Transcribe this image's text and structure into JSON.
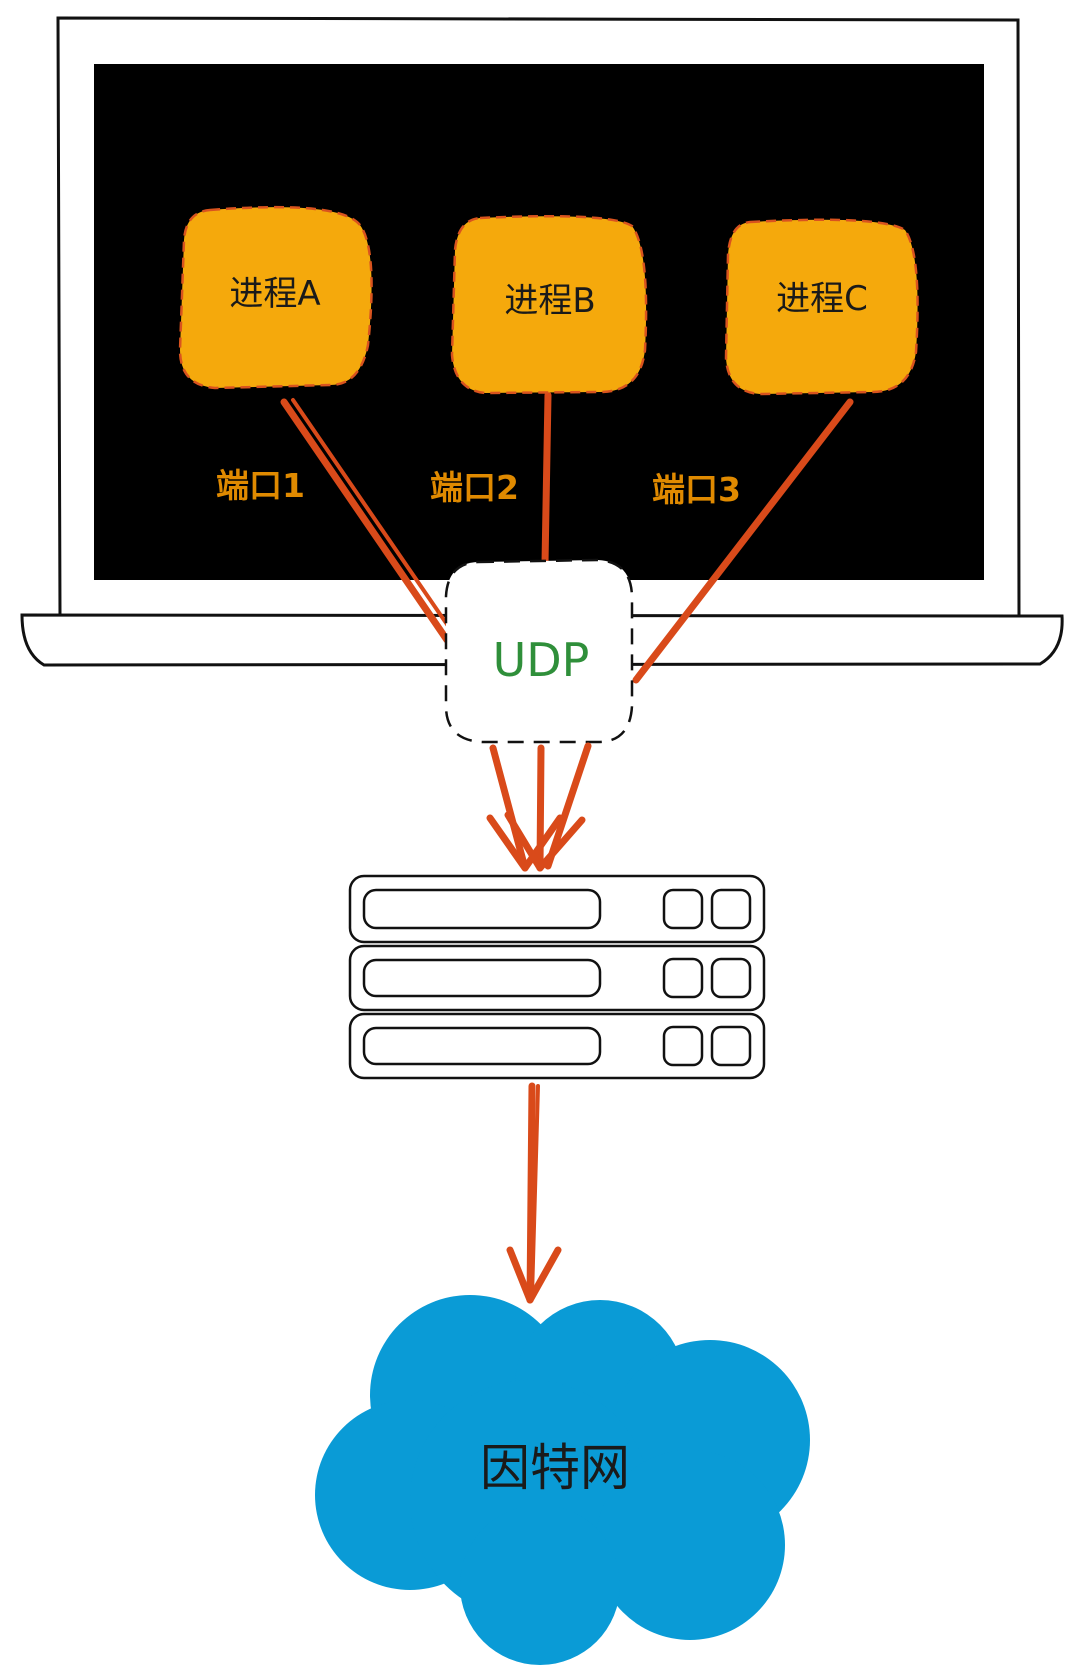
{
  "processes": [
    {
      "label": "进程A"
    },
    {
      "label": "进程B"
    },
    {
      "label": "进程C"
    }
  ],
  "ports": [
    {
      "label": "端口1"
    },
    {
      "label": "端口2"
    },
    {
      "label": "端口3"
    }
  ],
  "udp": {
    "label": "UDP"
  },
  "cloud": {
    "label": "因特网"
  },
  "colors": {
    "process_fill": "#f5a90c",
    "process_border": "#d9531e",
    "arrow": "#d94a1a",
    "port_text": "#e08a00",
    "udp_text": "#2f8f3a",
    "cloud_fill": "#0a9bd6",
    "screen": "#000000"
  }
}
